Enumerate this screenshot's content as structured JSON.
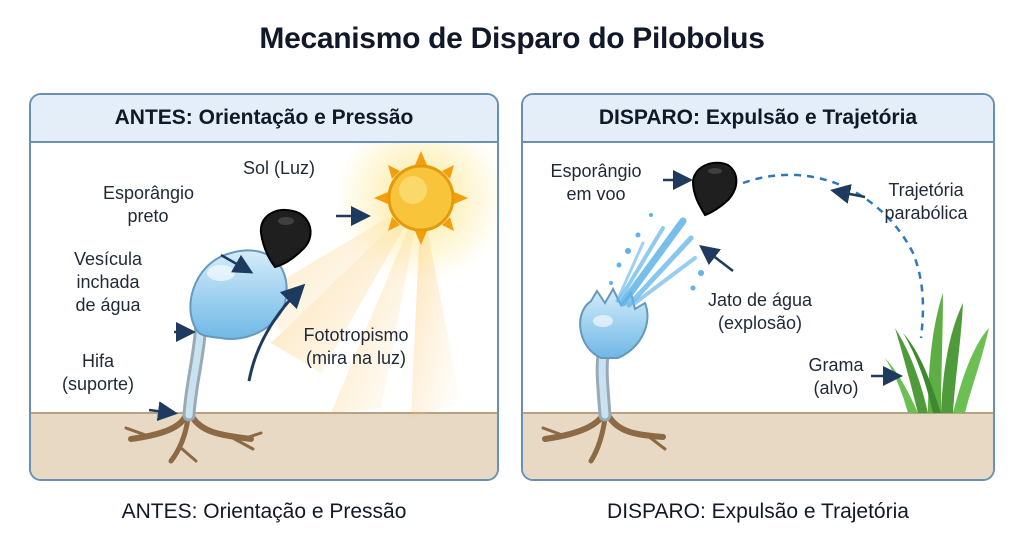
{
  "title": "Mecanismo de Disparo do Pilobolus",
  "left_panel": {
    "header": "ANTES: Orientação e Pressão",
    "labels": {
      "sun": "Sol (Luz)",
      "sporangium": [
        "Esporângio",
        "preto"
      ],
      "vesicle": [
        "Vesícula",
        "inchada",
        "de água"
      ],
      "hypha": [
        "Hifa",
        "(suporte)"
      ],
      "phototropism": [
        "Fototropismo",
        "(mira na luz)"
      ]
    },
    "caption": "ANTES: Orientação e Pressão"
  },
  "right_panel": {
    "header": "DISPARO: Expulsão e Trajetória",
    "labels": {
      "sporangium_flight": [
        "Esporângio",
        "em voo"
      ],
      "trajectory": [
        "Trajetória",
        "parabólica"
      ],
      "water_jet": [
        "Jato de água",
        "(explosão)"
      ],
      "grass": [
        "Grama",
        "(alvo)"
      ]
    },
    "caption": "DISPARO: Expulsão e Trajetória"
  },
  "colors": {
    "panel_border": "#6a8fb4",
    "header_bg": "#e3eef8",
    "soil": "#e8d9c4",
    "hypha": "#8b6a45",
    "vesicle": "#9fd3f0",
    "sporangium": "#1f1f1f",
    "sun": "#f7c43a",
    "grass": "#4f9a3a",
    "arrow": "#1e3a5f"
  }
}
